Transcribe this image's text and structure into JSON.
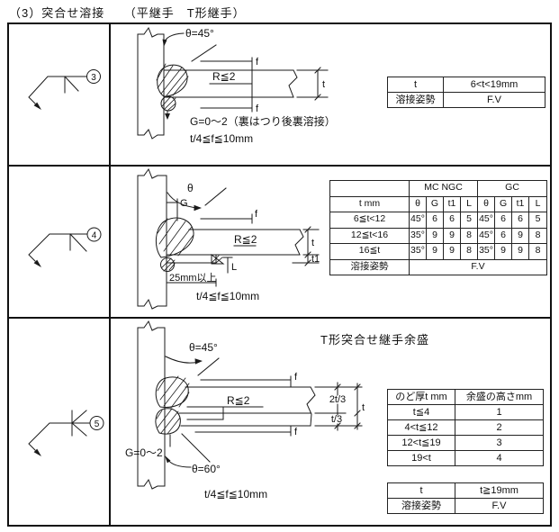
{
  "title": "（3）突合せ溶接　　（平継手　T形継手）",
  "row1": {
    "symbol_number": "3",
    "labels": {
      "theta": "θ=45°",
      "f_top": "f",
      "f_bottom": "f",
      "radius": "R≦2",
      "thickness": "t",
      "gap_note": "G=0～2（裏はつり後裏溶接）",
      "size_note": "t/4≦f≦10mm"
    },
    "spec_table": {
      "rows": [
        {
          "label": "t",
          "value": "6<t<19mm"
        },
        {
          "label": "溶接姿勢",
          "value": "F.V"
        }
      ]
    }
  },
  "row2": {
    "symbol_number": "4",
    "labels": {
      "theta": "θ",
      "gap": "G",
      "fillet": "f",
      "radius": "R≦2",
      "thickness": "t",
      "backing_thickness": "t1",
      "length": "L",
      "backing_note": "25mm以上",
      "size_note": "t/4≦f≦10mm"
    },
    "spec_table": {
      "groups": [
        "MC NGC",
        "GC"
      ],
      "row_header": "t mm",
      "columns": [
        "θ",
        "G",
        "t1",
        "L",
        "θ",
        "G",
        "t1",
        "L"
      ],
      "data": [
        {
          "range": "6≦t<12",
          "values": [
            "45°",
            "6",
            "6",
            "5",
            "45°",
            "6",
            "6",
            "5"
          ]
        },
        {
          "range": "12≦t<16",
          "values": [
            "35°",
            "9",
            "9",
            "8",
            "45°",
            "6",
            "9",
            "8"
          ]
        },
        {
          "range": "16≦t",
          "values": [
            "35°",
            "9",
            "9",
            "8",
            "35°",
            "9",
            "9",
            "8"
          ]
        }
      ],
      "posture_label": "溶接姿勢",
      "posture_value": "F.V"
    }
  },
  "row3": {
    "symbol_number": "5",
    "section_title": "T形突合せ継手余盛",
    "labels": {
      "theta_top": "θ=45°",
      "theta_bottom": "θ=60°",
      "f_top": "f",
      "f_bottom": "f",
      "radius": "R≦2",
      "gap": "G=0～2",
      "upper_fraction": "2t/3",
      "lower_fraction": "t/3",
      "thickness": "t",
      "size_note": "t/4≦f≦10mm"
    },
    "reinforcement_table": {
      "headers": [
        "のど厚t mm",
        "余盛の高さmm"
      ],
      "rows": [
        {
          "range": "t≦4",
          "height": "1"
        },
        {
          "range": "4<t≦12",
          "height": "2"
        },
        {
          "range": "12<t≦19",
          "height": "3"
        },
        {
          "range": "19<t",
          "height": "4"
        }
      ]
    },
    "spec_table": {
      "rows": [
        {
          "label": "t",
          "value": "t≧19mm"
        },
        {
          "label": "溶接姿勢",
          "value": "F.V"
        }
      ]
    }
  }
}
